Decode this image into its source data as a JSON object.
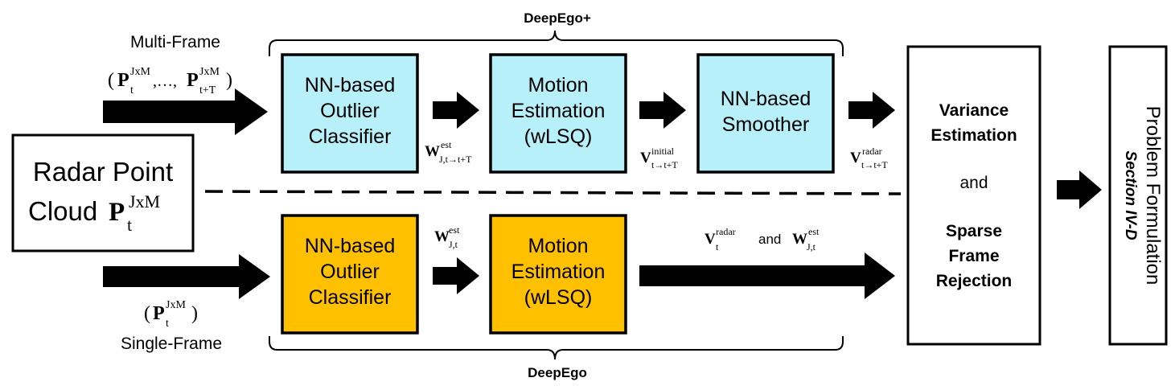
{
  "colors": {
    "cyan_box": "#B7F0F8",
    "orange_box": "#FFC000",
    "stroke": "#000000",
    "section_link": "#0000CC"
  },
  "labels": {
    "deepego_plus": "DeepEgo+",
    "deepego": "DeepEgo",
    "multi_frame": "Multi-Frame",
    "single_frame": "Single-Frame",
    "radar_input_line1": "Radar Point",
    "radar_input_line2_word": "Cloud",
    "and": "and",
    "ellipsis": ",…,"
  },
  "math": {
    "P": "P",
    "sub_t": "t",
    "sub_t_plus_T": "t+T",
    "sup_JxM": "JxM",
    "W": "W",
    "V": "V",
    "sup_est": "est",
    "sup_initial": "initial",
    "sup_radar": "radar",
    "sub_J_t_to_tT": "J,t→t+T",
    "sub_t_to_tT": "t→t+T",
    "sub_J_t": "J,t"
  },
  "blocks": {
    "top_classifier": [
      "NN-based",
      "Outlier",
      "Classifier"
    ],
    "top_motion": [
      "Motion",
      "Estimation",
      "(wLSQ)"
    ],
    "top_smoother": [
      "NN-based",
      "Smoother"
    ],
    "bottom_classifier": [
      "NN-based",
      "Outlier",
      "Classifier"
    ],
    "bottom_motion": [
      "Motion",
      "Estimation",
      "(wLSQ)"
    ],
    "variance": [
      "Variance",
      "Estimation"
    ],
    "sparse": [
      "Sparse",
      "Frame",
      "Rejection"
    ],
    "problem_formulation": "Problem Formulation",
    "section_ref": "Section IV-D"
  }
}
